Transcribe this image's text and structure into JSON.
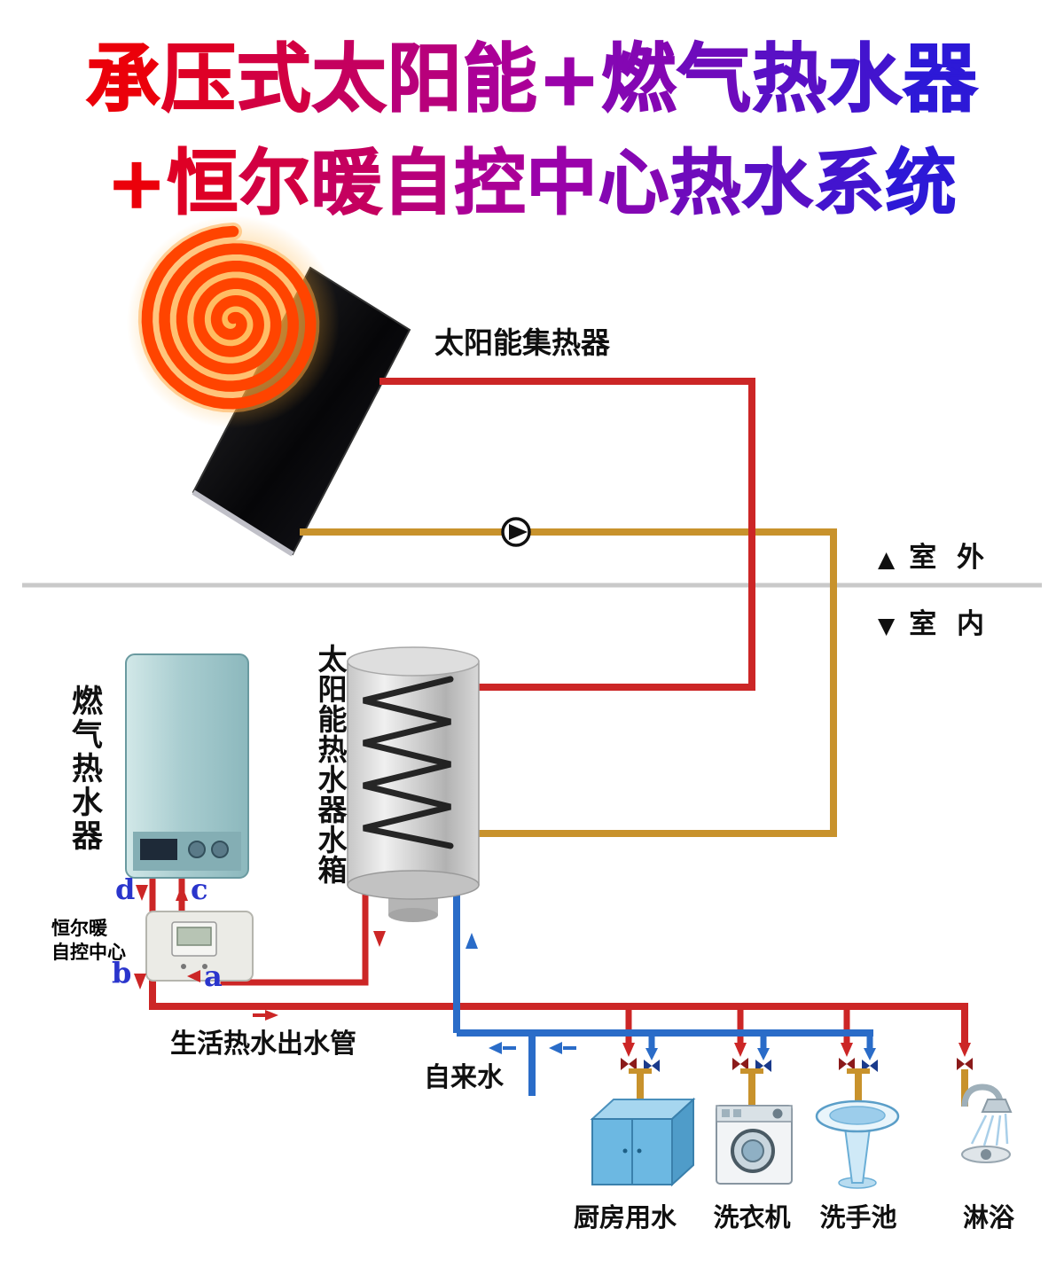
{
  "title": {
    "line1": "承压式太阳能+燃气热水器",
    "line2": "+恒尔暖自控中心热水系统"
  },
  "zone_divider": {
    "outdoor_marker": "▲",
    "outdoor_label": "室 外",
    "indoor_marker": "▼",
    "indoor_label": "室 内"
  },
  "labels": {
    "solar_collector": "太阳能集热器",
    "gas_heater": "燃气热水器",
    "solar_tank": "太阳能热水器水箱",
    "control_center_name": "恒尔暖",
    "control_center_sub": "自控中心",
    "domestic_hot_water_pipe": "生活热水出水管",
    "tap_water": "自来水"
  },
  "ports": {
    "a": "a",
    "b": "b",
    "c": "c",
    "d": "d"
  },
  "appliances": [
    {
      "label": "厨房用水"
    },
    {
      "label": "洗衣机"
    },
    {
      "label": "洗手池"
    },
    {
      "label": "淋浴"
    }
  ],
  "colors": {
    "hot_pipe": "#cc2626",
    "solar_return_pipe": "#c8922c",
    "cold_pipe": "#2a6cc8",
    "valve_hot": "#8b1a1a",
    "valve_cold": "#1a3a8b",
    "title_start": "#eb000a",
    "title_mid": "#a500a5",
    "title_end": "#2d19d7",
    "sun_spiral": "#ff4400",
    "sun_glow": "#ffa640"
  }
}
